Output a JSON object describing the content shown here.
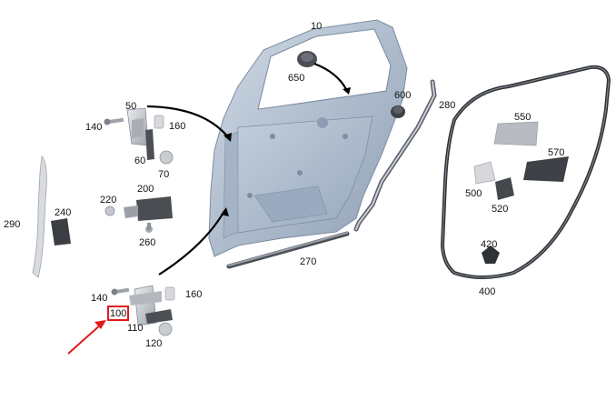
{
  "labels": {
    "p10": "10",
    "p650": "650",
    "p600": "600",
    "p280": "280",
    "p50": "50",
    "p140a": "140",
    "p160a": "160",
    "p60": "60",
    "p70": "70",
    "p220": "220",
    "p200": "200",
    "p240": "240",
    "p290": "290",
    "p260": "260",
    "p270": "270",
    "p140b": "140",
    "p160b": "160",
    "p100": "100",
    "p110": "110",
    "p120": "120",
    "p550": "550",
    "p570": "570",
    "p500": "500",
    "p520": "520",
    "p420": "420",
    "p400": "400"
  },
  "highlight": {
    "part": "100",
    "color": "#e0191b"
  },
  "colors": {
    "panel": "#b5c2d3",
    "panel_dark": "#8595aa",
    "seal": "#3a3d42",
    "metal": "#c7cbd1",
    "dark_part": "#4a4d52"
  }
}
